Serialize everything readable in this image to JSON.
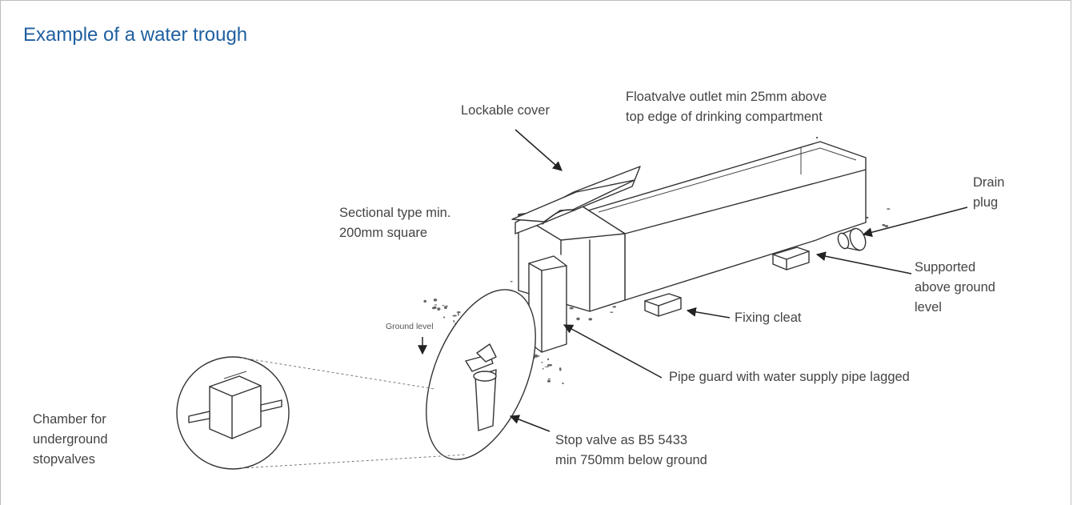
{
  "title": "Example of a water trough",
  "labels": {
    "lockable_cover": "Lockable cover",
    "floatvalve_1": "Floatvalve outlet min 25mm above",
    "floatvalve_2": "top edge of drinking compartment",
    "drain_1": "Drain",
    "drain_2": "plug",
    "sectional_1": "Sectional type min.",
    "sectional_2": "200mm square",
    "supported_1": "Supported",
    "supported_2": "above ground",
    "supported_3": "level",
    "ground_level": "Ground level",
    "fixing_cleat": "Fixing cleat",
    "pipe_guard": "Pipe guard with water supply pipe lagged",
    "chamber_1": "Chamber for",
    "chamber_2": "underground",
    "chamber_3": "stopvalves",
    "stop_valve_1": "Stop valve as B5 5433",
    "stop_valve_2": "min 750mm below ground"
  }
}
